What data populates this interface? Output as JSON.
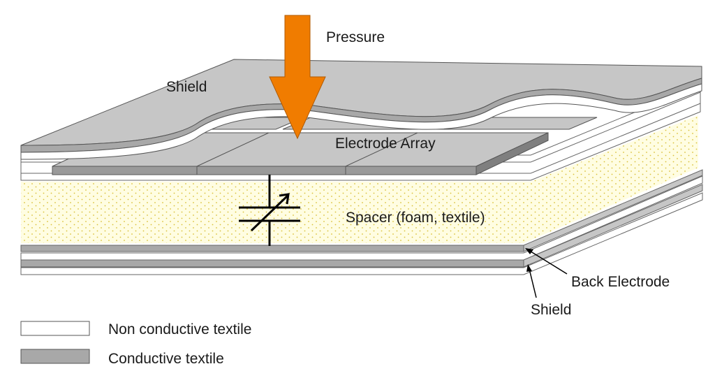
{
  "labels": {
    "pressure": "Pressure",
    "shield_top": "Shield",
    "electrode_array": "Electrode Array",
    "spacer": "Spacer (foam, textile)",
    "back_electrode": "Back Electrode",
    "shield_bottom": "Shield"
  },
  "legend": {
    "non_conductive": "Non conductive textile",
    "conductive": "Conductive textile"
  },
  "colors": {
    "conductive_fill": "#a8a8a8",
    "conductive_top": "#c6c6c6",
    "conductive_dark": "#7f7f7f",
    "non_conductive_fill": "#ffffff",
    "spacer_fill": "#fffde2",
    "spacer_dots": "#d9c23a",
    "arrow": "#f07c00",
    "outline": "#555555"
  },
  "icons": {
    "pressure_arrow": "down-arrow-icon",
    "capacitor": "variable-capacitor-icon"
  }
}
